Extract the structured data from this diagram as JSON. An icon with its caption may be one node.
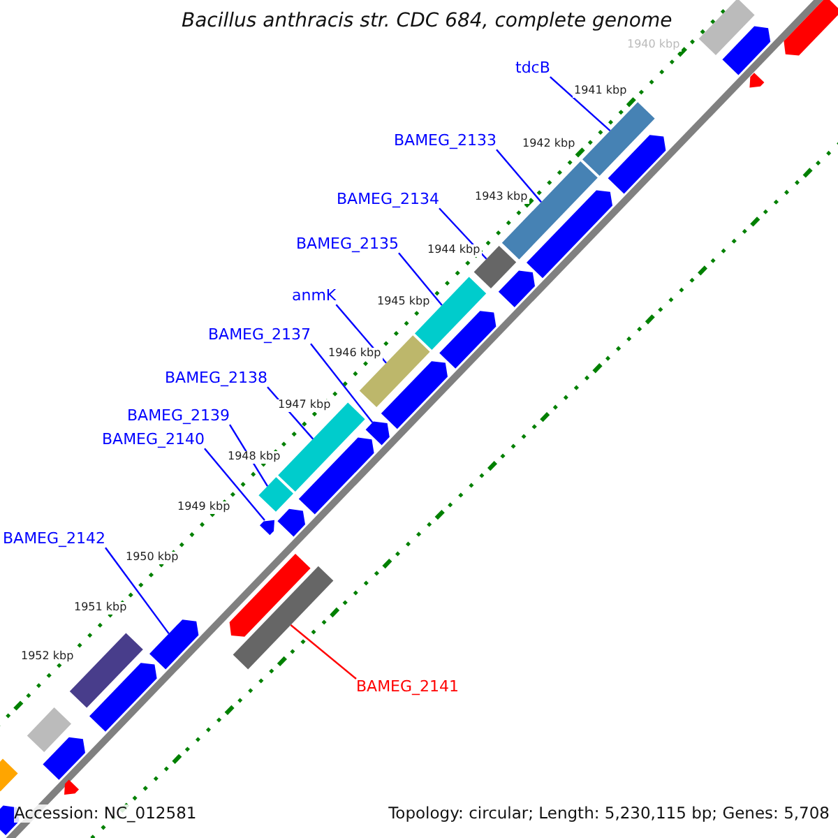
{
  "diagram": {
    "title": "Bacillus anthracis str. CDC 684, complete genome",
    "nodes": [
      {
        "text": [
          "tdcB"
        ]
      },
      {
        "text": [
          "BAMEG_2133"
        ]
      },
      {
        "text": [
          "BAMEG_2134"
        ]
      },
      {
        "text": [
          "BAMEG_2135"
        ]
      },
      {
        "text": [
          "anmK"
        ]
      },
      {
        "text": [
          "BAMEG_2137"
        ]
      },
      {
        "text": [
          "BAMEG_2138"
        ]
      },
      {
        "text": [
          "BAMEG_2139"
        ]
      },
      {
        "text": [
          "BAMEG_2140"
        ]
      },
      {
        "text": [
          "BAMEG_2142"
        ]
      },
      {
        "text": [
          "BAMEG_2141"
        ]
      },
      {
        "text": [],
        "shape": "bar"
      },
      {
        "text": [],
        "shape": "pentagon"
      },
      {
        "text": [],
        "shape": "pentagon"
      },
      {
        "text": [],
        "shape": "pentagon"
      },
      {
        "text": [],
        "shape": "bar"
      },
      {
        "text": [],
        "shape": "pentagon"
      },
      {
        "text": [],
        "shape": "bar"
      },
      {
        "text": [],
        "shape": "pentagon"
      },
      {
        "text": [],
        "shape": "bar"
      },
      {
        "text": [],
        "shape": "pentagon"
      },
      {
        "text": [],
        "shape": "bar"
      },
      {
        "text": [],
        "shape": "pentagon"
      },
      {
        "text": [],
        "shape": "bar"
      },
      {
        "text": [],
        "shape": "pentagon"
      },
      {
        "text": [],
        "shape": "pentagon"
      },
      {
        "text": [],
        "shape": "bar"
      },
      {
        "text": [],
        "shape": "pentagon"
      },
      {
        "text": [],
        "shape": "bar"
      },
      {
        "text": [],
        "shape": "pentagon"
      },
      {
        "text": [],
        "shape": "pentagon"
      },
      {
        "text": [],
        "shape": "pentagon"
      },
      {
        "text": [],
        "shape": "bar"
      },
      {
        "text": [],
        "shape": "pentagon"
      },
      {
        "text": [],
        "shape": "bar"
      },
      {
        "text": [],
        "shape": "pentagon"
      },
      {
        "text": [],
        "shape": "bar"
      },
      {
        "text": [],
        "shape": "pentagon"
      },
      {
        "text": [],
        "shape": "bar"
      },
      {
        "text": [],
        "shape": "pentagon"
      },
      {
        "text": [],
        "shape": "pentagon"
      }
    ],
    "edges": [
      {
        "from": 0,
        "to": 15,
        "arrow": "none"
      },
      {
        "from": 1,
        "to": 17,
        "arrow": "none"
      },
      {
        "from": 2,
        "to": 19,
        "arrow": "none"
      },
      {
        "from": 3,
        "to": 21,
        "arrow": "none"
      },
      {
        "from": 4,
        "to": 23,
        "arrow": "none"
      },
      {
        "from": 5,
        "to": 25,
        "arrow": "none"
      },
      {
        "from": 6,
        "to": 26,
        "arrow": "none"
      },
      {
        "from": 7,
        "to": 28,
        "arrow": "none"
      },
      {
        "from": 8,
        "to": 30,
        "arrow": "none"
      },
      {
        "from": 9,
        "to": 33,
        "arrow": "none"
      },
      {
        "from": 10,
        "to": 32,
        "arrow": "none",
        "color": "#ff0000"
      }
    ],
    "labels": [
      "1940 kbp",
      "1941 kbp",
      "1942 kbp",
      "1943 kbp",
      "1944 kbp",
      "1945 kbp",
      "1946 kbp",
      "1947 kbp",
      "1948 kbp",
      "1949 kbp",
      "1950 kbp",
      "1951 kbp",
      "1952 kbp",
      "Accession: NC_012581",
      "Topology: circular; Length: 5,230,115 bp; Genes: 5,708"
    ]
  }
}
